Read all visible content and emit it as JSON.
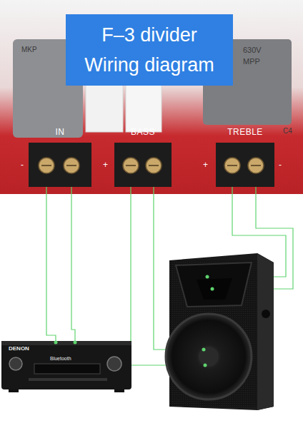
{
  "diagram": {
    "title": "F–3 divider Wiring diagram",
    "nodes": [
      {
        "text": [
          "IN"
        ]
      },
      {
        "text": [
          "BASS"
        ]
      },
      {
        "text": [
          "TREBLE"
        ]
      },
      {
        "text": [
          "DENON",
          "Bluetooth"
        ]
      }
    ],
    "edges": [
      {
        "from": 0,
        "to": 3,
        "arrow": "none"
      },
      {
        "from": 0,
        "to": 3,
        "arrow": "none"
      }
    ],
    "labels": [
      "MKP",
      "630V",
      "MPP",
      "C4",
      "-",
      "+",
      "+",
      "-"
    ]
  }
}
